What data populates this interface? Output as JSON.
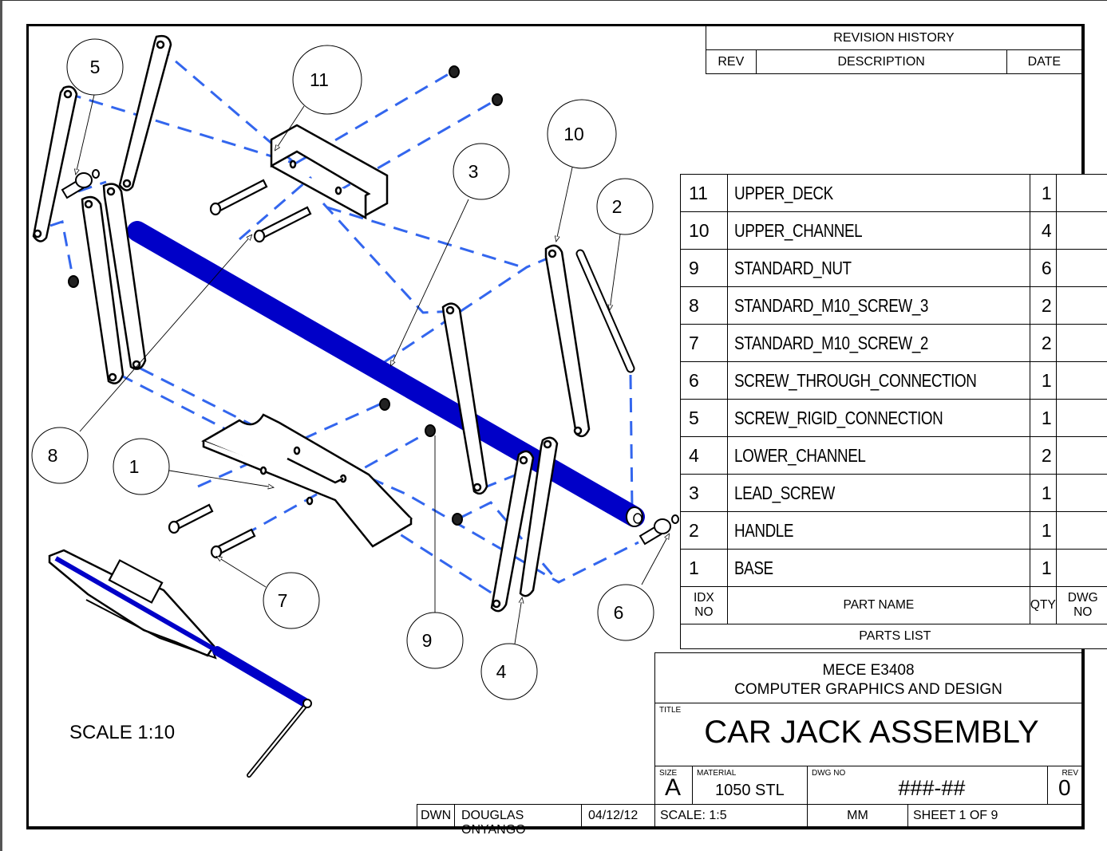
{
  "sheet": {
    "drawing_title": "CAR JACK ASSEMBLY",
    "view_scale_note": "SCALE 1:10",
    "colors": {
      "lead_screw": "#0000c8",
      "assembly_path": "#3366ee",
      "line": "#000000",
      "frame_edge": "#555555"
    }
  },
  "balloons": [
    {
      "id": "5"
    },
    {
      "id": "11"
    },
    {
      "id": "10"
    },
    {
      "id": "3"
    },
    {
      "id": "2"
    },
    {
      "id": "8"
    },
    {
      "id": "1"
    },
    {
      "id": "7"
    },
    {
      "id": "9"
    },
    {
      "id": "4"
    },
    {
      "id": "6"
    }
  ],
  "revision_history": {
    "title": "REVISION HISTORY",
    "columns": [
      "REV",
      "DESCRIPTION",
      "DATE"
    ],
    "rows": []
  },
  "parts_list": {
    "caption": "PARTS LIST",
    "header": {
      "idx": "IDX NO",
      "name": "PART NAME",
      "qty": "QTY",
      "dwg": "DWG NO"
    },
    "rows": [
      {
        "idx": "11",
        "name": "UPPER_DECK",
        "qty": "1",
        "dwg": ""
      },
      {
        "idx": "10",
        "name": "UPPER_CHANNEL",
        "qty": "4",
        "dwg": ""
      },
      {
        "idx": "9",
        "name": "STANDARD_NUT",
        "qty": "6",
        "dwg": ""
      },
      {
        "idx": "8",
        "name": "STANDARD_M10_SCREW_3",
        "qty": "2",
        "dwg": ""
      },
      {
        "idx": "7",
        "name": "STANDARD_M10_SCREW_2",
        "qty": "2",
        "dwg": ""
      },
      {
        "idx": "6",
        "name": "SCREW_THROUGH_CONNECTION",
        "qty": "1",
        "dwg": ""
      },
      {
        "idx": "5",
        "name": "SCREW_RIGID_CONNECTION",
        "qty": "1",
        "dwg": ""
      },
      {
        "idx": "4",
        "name": "LOWER_CHANNEL",
        "qty": "2",
        "dwg": ""
      },
      {
        "idx": "3",
        "name": "LEAD_SCREW",
        "qty": "1",
        "dwg": ""
      },
      {
        "idx": "2",
        "name": "HANDLE",
        "qty": "1",
        "dwg": ""
      },
      {
        "idx": "1",
        "name": "BASE",
        "qty": "1",
        "dwg": ""
      }
    ]
  },
  "title_block": {
    "course_code": "MECE E3408",
    "course_name": "COMPUTER GRAPHICS AND DESIGN",
    "title_label": "TITLE",
    "title": "CAR JACK ASSEMBLY",
    "size_label": "SIZE",
    "size": "A",
    "material_label": "MATERIAL",
    "material": "1050 STL",
    "dwg_no_label": "DWG NO",
    "dwg_no": "###-##",
    "rev_label": "REV",
    "rev": "0",
    "drawn_label": "DWN",
    "drawn_by": "DOUGLAS ONYANGO",
    "date": "04/12/12",
    "scale": "SCALE:  1:5",
    "units": "MM",
    "sheet": "SHEET 1 OF 9"
  }
}
